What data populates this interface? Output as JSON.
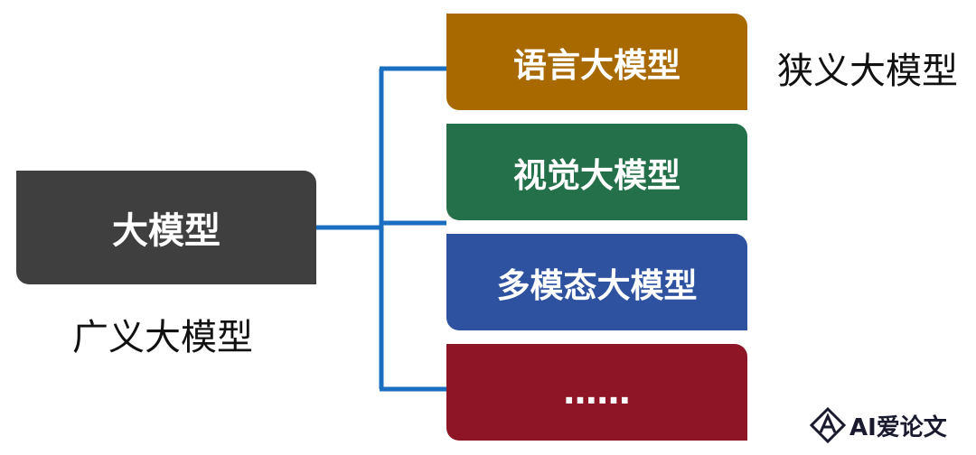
{
  "root": {
    "label": "大模型",
    "color": "#3f3f3f"
  },
  "broad_label": "广义大模型",
  "narrow_label": "狭义大模型",
  "connector_color": "#1a6fc0",
  "children": [
    {
      "label": "语言大模型",
      "color": "#a86a00"
    },
    {
      "label": "视觉大模型",
      "color": "#23704a"
    },
    {
      "label": "多模态大模型",
      "color": "#2e52a0"
    },
    {
      "label": "……",
      "color": "#8e1525"
    }
  ],
  "brand": {
    "text": "AI爱论文",
    "icon": "ai-logo-icon"
  }
}
